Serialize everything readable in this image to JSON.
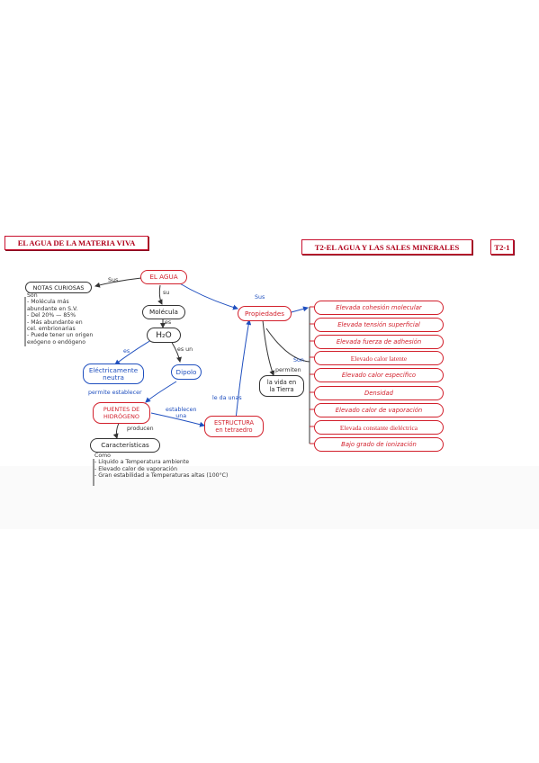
{
  "header": {
    "left_title": "EL AGUA DE LA MATERIA VIVA",
    "right_title": "T2-EL AGUA Y LAS SALES MINERALES",
    "code": "T2-1"
  },
  "nodes": {
    "agua": "EL AGUA",
    "notas": "NOTAS CURIOSAS",
    "molecula": "Molécula",
    "h2o": "H₂O",
    "neutra": [
      "Eléctricamente",
      "neutra"
    ],
    "dipolo": "Dipolo",
    "puentes": [
      "PUENTES DE",
      "HIDRÓGENO"
    ],
    "estructura": [
      "ESTRUCTURA",
      "en tetraedro"
    ],
    "caracteristicas": "Características",
    "propiedades": "Propiedades",
    "vida": [
      "la vida en",
      "la Tierra"
    ]
  },
  "notas_items": {
    "son": "Son",
    "items": [
      "- Molécula más",
      "  abundante en S.V.",
      "- Del 20% — 85%",
      "- Más abundante en",
      "  cel. embrionarias",
      "- Puede tener un origen",
      "  exógeno o endógeno"
    ]
  },
  "caracteristicas_items": {
    "como": "Como",
    "items": [
      "- Líquido a Temperatura ambiente",
      "- Elevado calor de vaporación",
      "- Gran estabilidad a Temperaturas altas (100°C)"
    ]
  },
  "labels": {
    "sus1": "Sus",
    "su": "su",
    "es1": "es",
    "es2": "es",
    "esun": "es un",
    "permite": "permite establecer",
    "producen": "producen",
    "establecen": [
      "establecen",
      "una"
    ],
    "ledaunas": "le da unas",
    "sus2": "Sus",
    "permiten": [
      "permiten"
    ],
    "son": "Son"
  },
  "properties": [
    {
      "text": "Elevada cohesión molecular",
      "style": "hand"
    },
    {
      "text": "Elevada tensión superficial",
      "style": "hand"
    },
    {
      "text": "Elevada fuerza de adhesión",
      "style": "hand"
    },
    {
      "text": "Elevado calor latente",
      "style": "serif"
    },
    {
      "text": "Elevado calor específico",
      "style": "hand"
    },
    {
      "text": "Densidad",
      "style": "hand"
    },
    {
      "text": "Elevado calor de vaporación",
      "style": "hand"
    },
    {
      "text": "Elevada constante dieléctrica",
      "style": "serif"
    },
    {
      "text": "Bajo grado de ionización",
      "style": "hand"
    }
  ],
  "colors": {
    "red": "#d21f2b",
    "blue": "#1f4fbf",
    "dark": "#333333"
  }
}
